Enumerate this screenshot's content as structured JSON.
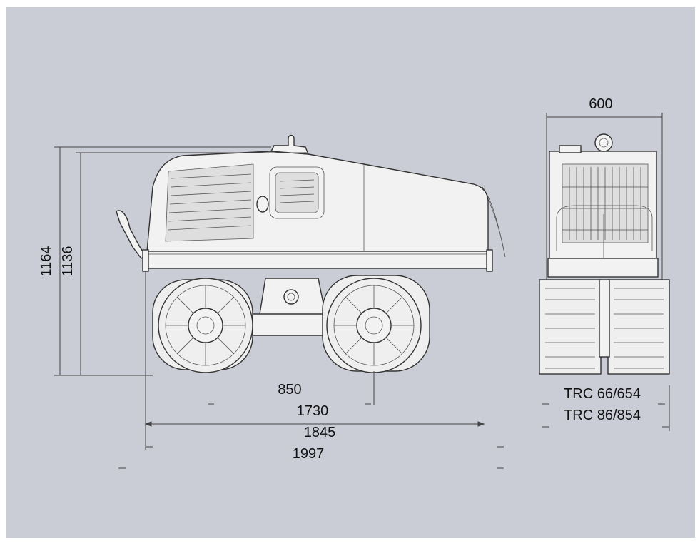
{
  "dimensions": {
    "height_overall": "1164",
    "height_body": "1136",
    "wheelbase": "850",
    "length_1730": "1730",
    "length_1845": "1845",
    "length_1997": "1997",
    "width_600": "600"
  },
  "models": {
    "model_a": "TRC 66/654",
    "model_b": "TRC 86/854"
  },
  "colors": {
    "background": "#cbcdd6",
    "machine_body": "#f2f2f2",
    "line": "#333333"
  }
}
